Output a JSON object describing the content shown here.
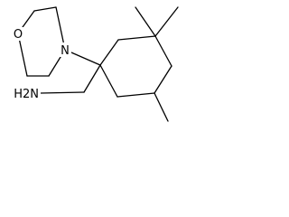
{
  "molecule": {
    "atoms": {
      "morpholine_oxygen": "O",
      "morpholine_nitrogen": "N",
      "amine": "H2N"
    },
    "colors": {
      "bond": "#000000",
      "label": "#000000",
      "background": "#ffffff"
    }
  }
}
